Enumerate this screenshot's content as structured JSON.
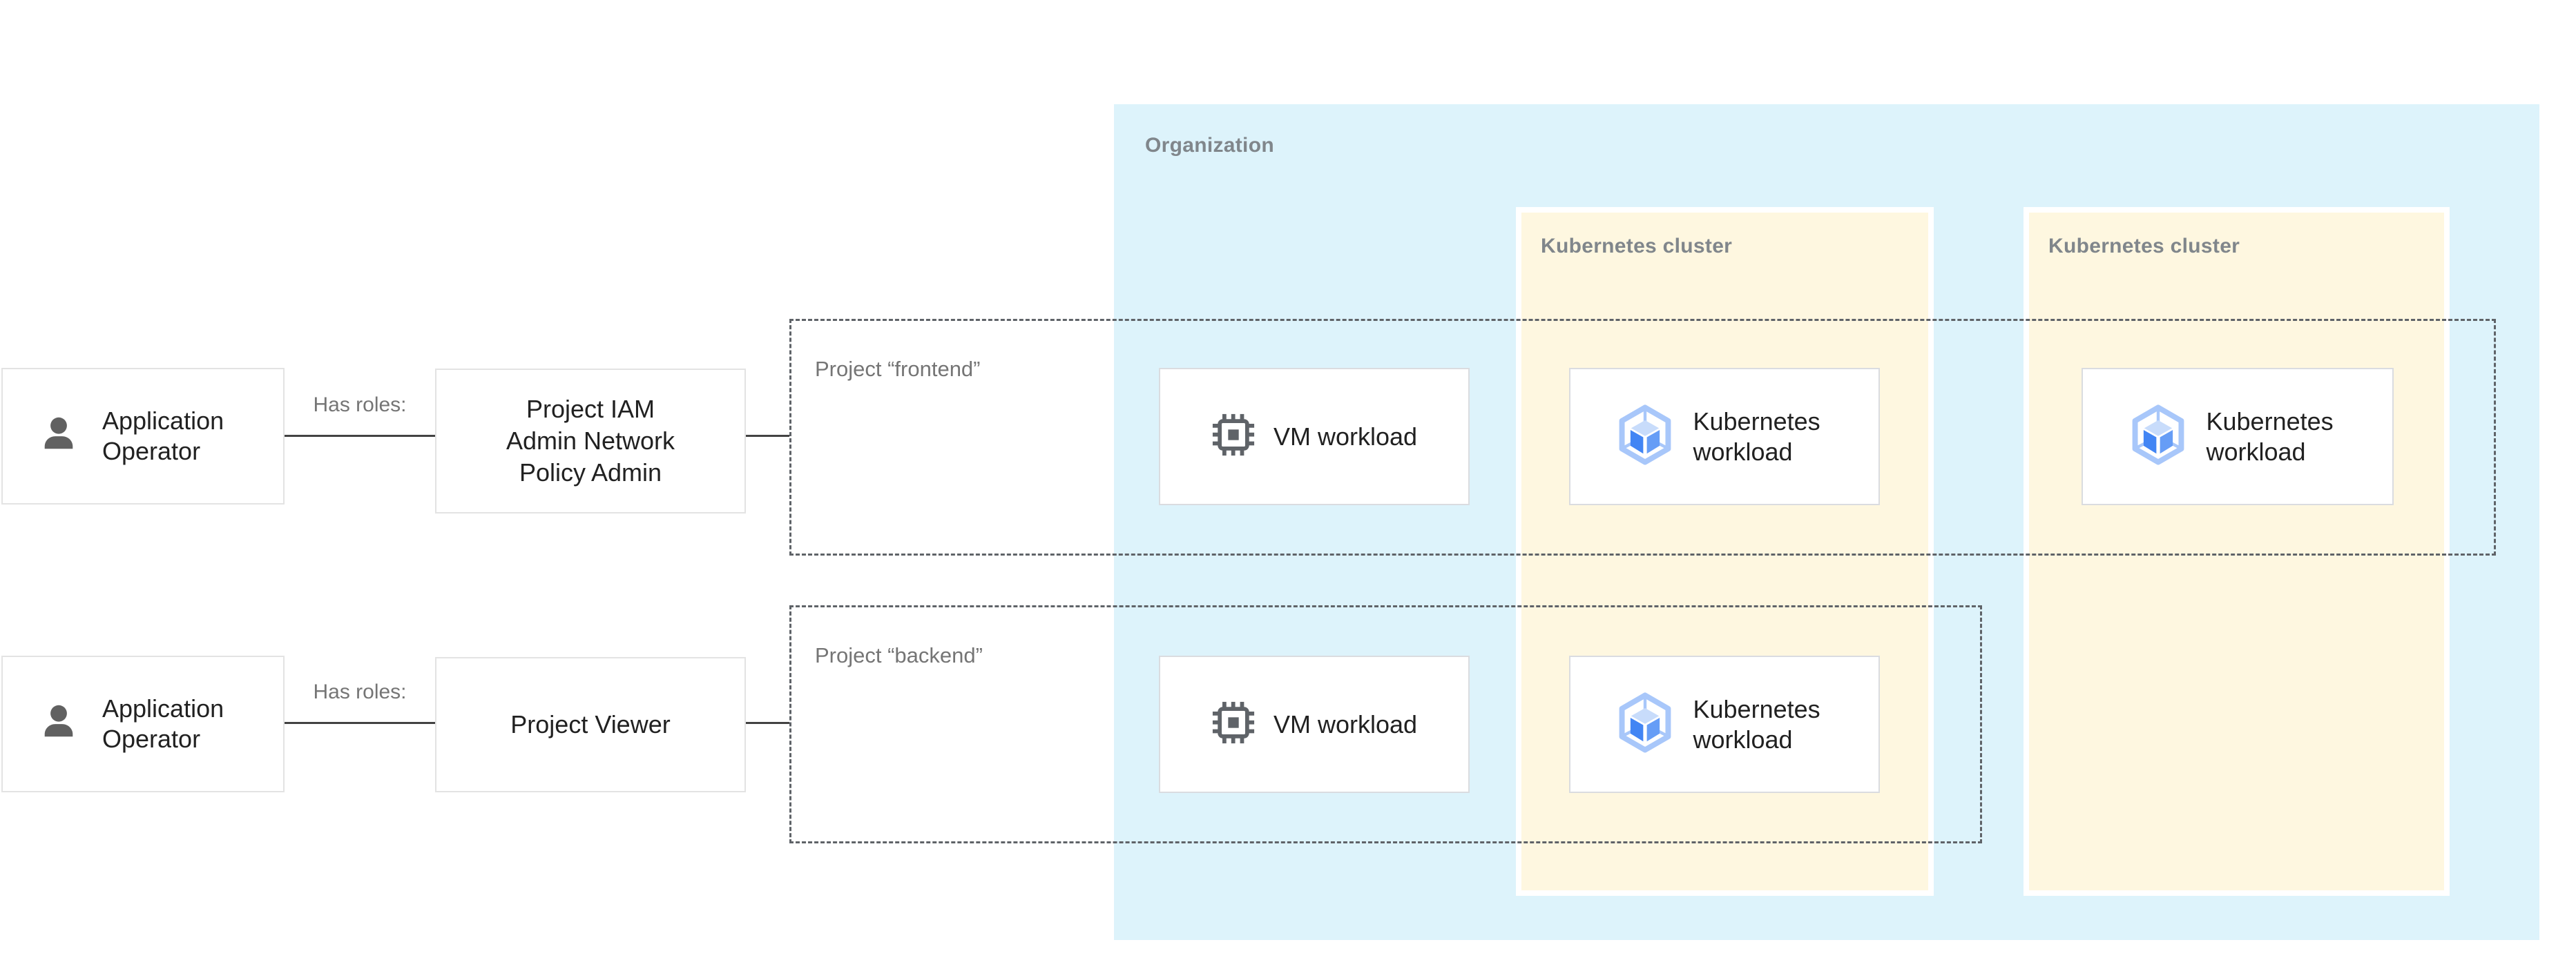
{
  "org": {
    "label": "Organization"
  },
  "clusters": [
    {
      "label": "Kubernetes cluster"
    },
    {
      "label": "Kubernetes cluster"
    }
  ],
  "projects": [
    {
      "label": "Project “frontend”"
    },
    {
      "label": "Project “backend”"
    }
  ],
  "actors": {
    "row1": {
      "name": "Application Operator",
      "relation": "Has roles:",
      "role_lines": [
        "Project IAM",
        "Admin Network",
        "Policy Admin"
      ]
    },
    "row2": {
      "name": "Application Operator",
      "relation": "Has roles:",
      "role": "Project Viewer"
    }
  },
  "workloads": {
    "vm": "VM workload",
    "k8s": "Kubernetes workload"
  },
  "icons": {
    "actor": "person-icon",
    "vm": "chip-icon",
    "k8s": "gke-hexagon-cube-icon"
  },
  "colors": {
    "org_fill": "#ddf3fb",
    "cluster_fill": "#fef7e0",
    "container_label": "#80868b",
    "project_label": "#757575",
    "project_border": "#5f6368",
    "connector": "#424242",
    "icon_gray": "#5f6368",
    "k8s_hex_blue": "#a8c7fa",
    "k8s_cube_top": "#c8dcfb",
    "k8s_cube_left": "#4285f4",
    "k8s_cube_right": "#669df6",
    "node_text": "#212121"
  }
}
